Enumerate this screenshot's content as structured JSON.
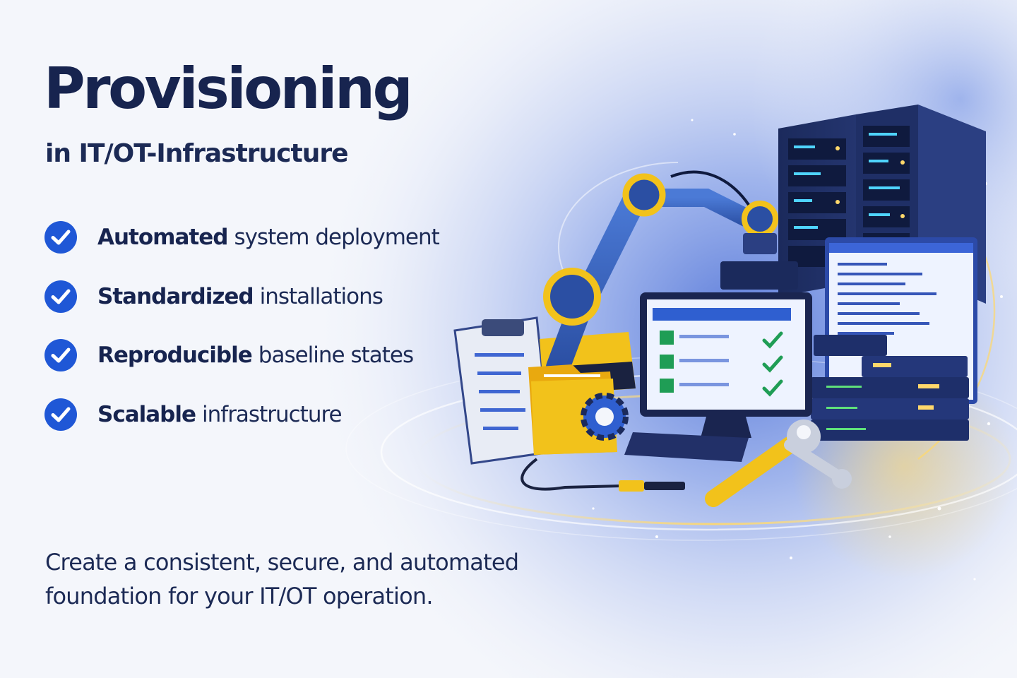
{
  "hero": {
    "title": "Provisioning",
    "subtitle": "in IT/OT-Infrastructure"
  },
  "features": [
    {
      "bold": "Automated",
      "rest": "system deployment",
      "icon": "check-circle-icon"
    },
    {
      "bold": "Standardized",
      "rest": "installations",
      "icon": "check-circle-icon"
    },
    {
      "bold": "Reproducible",
      "rest": "baseline states",
      "icon": "check-circle-icon"
    },
    {
      "bold": "Scalable",
      "rest": "infrastructure",
      "icon": "check-circle-icon"
    }
  ],
  "tagline": {
    "line1": "Create a consistent, secure, and automated",
    "line2": "foundation for your IT/OT operation."
  },
  "colors": {
    "navy": "#17244f",
    "accent_blue": "#1f57d6",
    "background": "#f4f6fb",
    "glow_blue": "#5b7fe0",
    "yellow": "#f2c21b",
    "check_green": "#1f9d55"
  },
  "illustration": {
    "items": [
      "server-rack-icon",
      "robot-arm-icon",
      "monitor-icon",
      "clipboard-icon",
      "folder-icon",
      "gear-icon",
      "wrench-icon",
      "switch-stack-icon",
      "code-window-icon",
      "cable-icon"
    ]
  }
}
